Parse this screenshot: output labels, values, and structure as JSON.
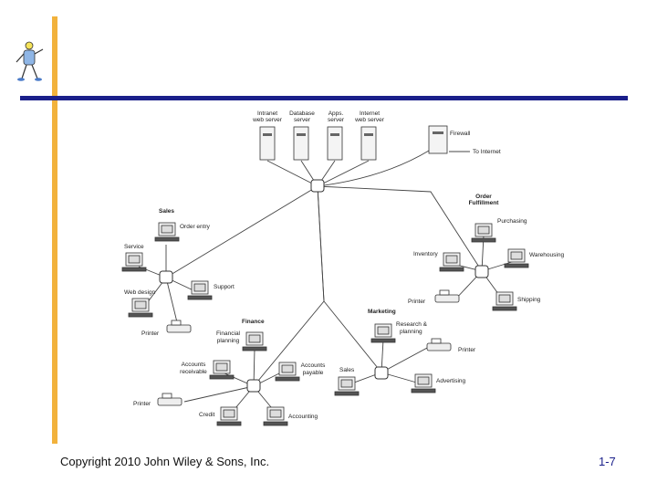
{
  "footer": {
    "copyright": "Copyright 2010 John Wiley & Sons, Inc.",
    "page_number": "1-7"
  },
  "mascot": {
    "icon": "stick-figure-mascot-icon"
  },
  "diagram": {
    "servers": [
      {
        "line1": "Intranet",
        "line2": "web server"
      },
      {
        "line1": "Database",
        "line2": "server"
      },
      {
        "line1": "Apps.",
        "line2": "server"
      },
      {
        "line1": "Internet",
        "line2": "web server"
      }
    ],
    "firewall": "Firewall",
    "to_internet": "To Internet",
    "groups": {
      "sales": {
        "title": "Sales",
        "order_entry": "Order entry",
        "service": "Service",
        "support": "Support",
        "web_design": "Web design",
        "printer": "Printer"
      },
      "order_fulfillment": {
        "title_line1": "Order",
        "title_line2": "Fulfillment",
        "purchasing": "Purchasing",
        "inventory": "Inventory",
        "warehousing": "Warehousing",
        "printer": "Printer",
        "shipping": "Shipping"
      },
      "finance": {
        "title": "Finance",
        "financial_planning_line1": "Financial",
        "financial_planning_line2": "planning",
        "accounts_receivable_line1": "Accounts",
        "accounts_receivable_line2": "receivable",
        "accounts_payable_line1": "Accounts",
        "accounts_payable_line2": "payable",
        "printer": "Printer",
        "credit": "Credit",
        "accounting": "Accounting"
      },
      "marketing": {
        "title": "Marketing",
        "research_line1": "Research &",
        "research_line2": "planning",
        "printer": "Printer",
        "sales": "Sales",
        "advertising": "Advertising"
      }
    }
  }
}
